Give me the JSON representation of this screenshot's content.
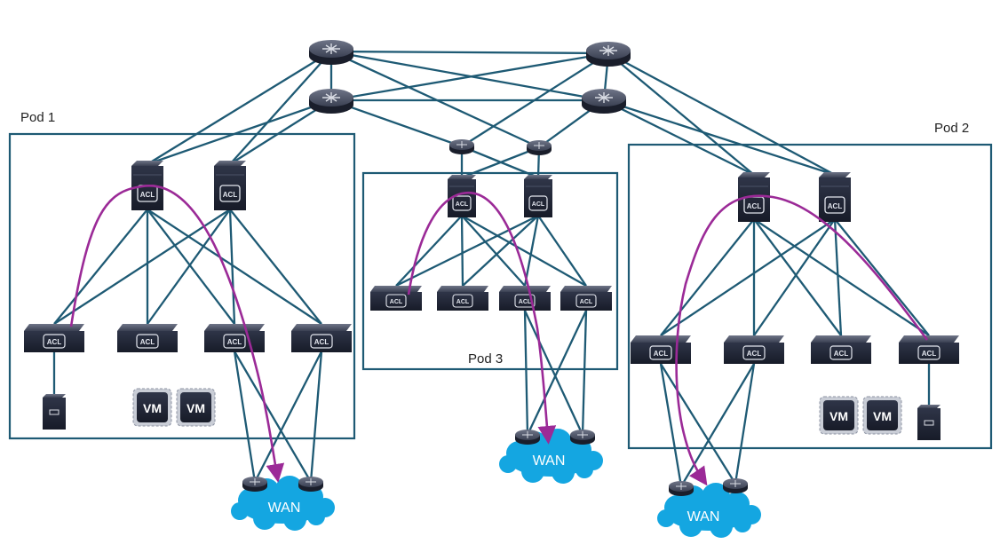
{
  "pods": [
    {
      "id": "pod1",
      "label": "Pod 1"
    },
    {
      "id": "pod2",
      "label": "Pod 2"
    },
    {
      "id": "pod3",
      "label": "Pod 3"
    }
  ],
  "wan_label": "WAN",
  "vm_label": "VM",
  "acl_label": "ACL",
  "colors": {
    "link": "#1e5a74",
    "pod_border": "#1e5a74",
    "traffic_path": "#9b2a97",
    "device_body": "#252b3e",
    "cloud": "#14a6e1"
  }
}
